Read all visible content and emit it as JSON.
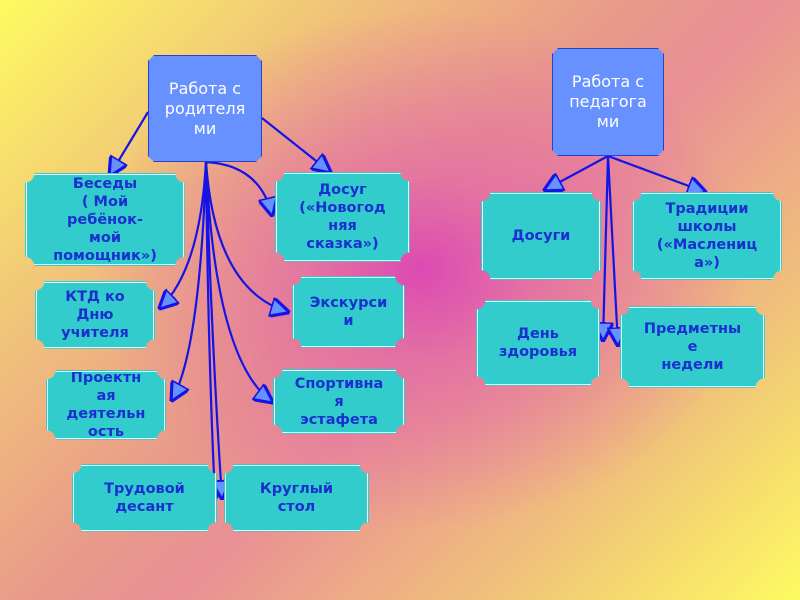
{
  "colors": {
    "root_fill": "#6691ff",
    "root_text": "#ffffff",
    "node_fill": "#33cccc",
    "node_text": "#1a2fd0",
    "connector": "#1414e6"
  },
  "left_tree": {
    "root": {
      "label": "Работа с\nродителя\nми"
    },
    "children": [
      {
        "label": "Беседы\n( Мой\nребёнок-\nмой\nпомощник»)"
      },
      {
        "label": "Досуг\n(«Новогод\nняя\nсказка»)"
      },
      {
        "label": "КТД  ко\nДню\nучителя"
      },
      {
        "label": "Экскурси\nи"
      },
      {
        "label": "Проектн\nая\nдеятельн\nость"
      },
      {
        "label": "Спортивна\nя\nэстафета"
      },
      {
        "label": "Трудовой\nдесант"
      },
      {
        "label": "Круглый\nстол"
      }
    ]
  },
  "right_tree": {
    "root": {
      "label": "Работа с\nпедагога\nми"
    },
    "children": [
      {
        "label": "Досуги"
      },
      {
        "label": "Традиции\nшколы\n(«Маслениц\nа»)"
      },
      {
        "label": "День\nздоровья"
      },
      {
        "label": "Предметны\nе\nнедели"
      }
    ]
  }
}
